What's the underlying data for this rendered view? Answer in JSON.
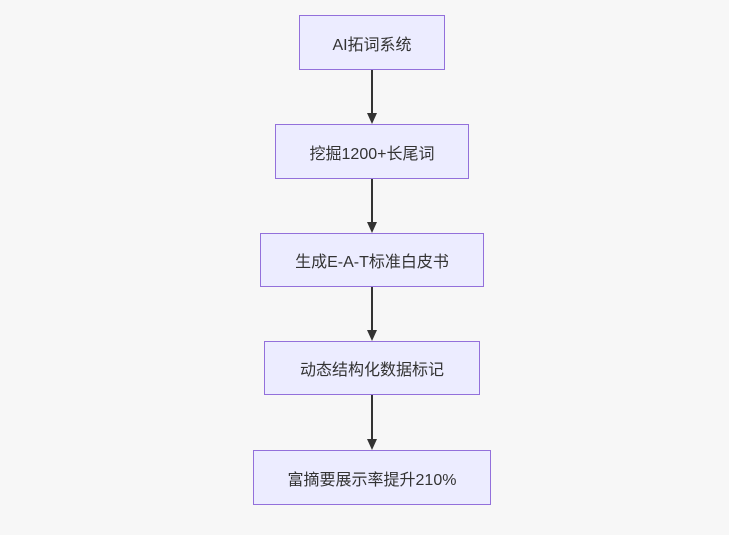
{
  "diagram": {
    "type": "flowchart-vertical",
    "colors": {
      "canvas_bg": "#f7f7f7",
      "node_fill": "#ececff",
      "node_border": "#9370db",
      "text_color": "#333333",
      "arrow_color": "#333333"
    },
    "nodes": [
      {
        "id": "n1",
        "label": "AI拓词系统"
      },
      {
        "id": "n2",
        "label": "挖掘1200+长尾词"
      },
      {
        "id": "n3",
        "label": "生成E-A-T标准白皮书"
      },
      {
        "id": "n4",
        "label": "动态结构化数据标记"
      },
      {
        "id": "n5",
        "label": "富摘要展示率提升210%"
      }
    ],
    "edges": [
      {
        "from": "n1",
        "to": "n2",
        "style": "arrow-down"
      },
      {
        "from": "n2",
        "to": "n3",
        "style": "arrow-down"
      },
      {
        "from": "n3",
        "to": "n4",
        "style": "arrow-down"
      },
      {
        "from": "n4",
        "to": "n5",
        "style": "arrow-down"
      }
    ]
  }
}
